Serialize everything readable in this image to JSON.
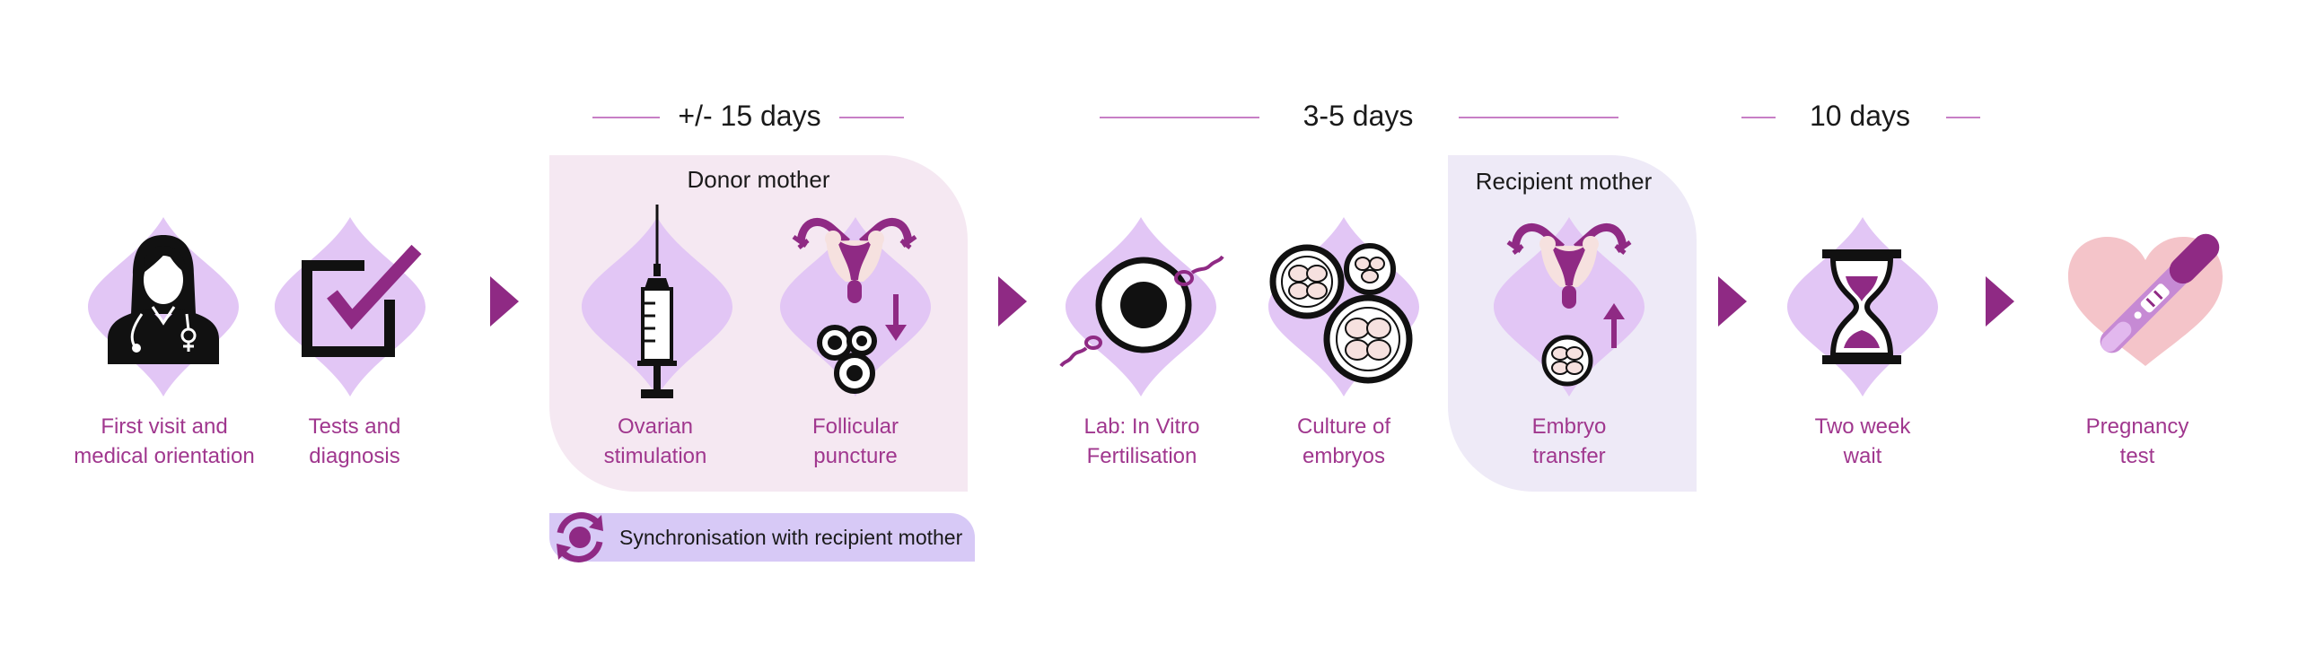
{
  "colors": {
    "accent": "#8f2a84",
    "label": "#a0378e",
    "diamond": "#e2c6f5",
    "donor_panel": "#f5e8f2",
    "recipient_panel": "#eeeaf7",
    "sync_bar": "#d7c9f6",
    "heart": "#f4c4c9",
    "egg": "#f6e1df"
  },
  "durations": [
    {
      "label": "+/- 15 days"
    },
    {
      "label": "3-5 days"
    },
    {
      "label": "10 days"
    }
  ],
  "panels": {
    "donor": {
      "title": "Donor mother"
    },
    "recipient": {
      "title": "Recipient mother"
    }
  },
  "steps": [
    {
      "line1": "First visit and",
      "line2": "medical orientation",
      "icon": "doctor-icon"
    },
    {
      "line1": "Tests and",
      "line2": "diagnosis",
      "icon": "checkbox-icon"
    },
    {
      "line1": "Ovarian",
      "line2": "stimulation",
      "icon": "syringe-icon"
    },
    {
      "line1": "Follicular",
      "line2": "puncture",
      "icon": "uterus-down-icon"
    },
    {
      "line1": "Lab: In Vitro",
      "line2": "Fertilisation",
      "icon": "fertilisation-icon"
    },
    {
      "line1": "Culture of",
      "line2": "embryos",
      "icon": "embryos-icon"
    },
    {
      "line1": "Embryo",
      "line2": "transfer",
      "icon": "uterus-up-icon"
    },
    {
      "line1": "Two week",
      "line2": "wait",
      "icon": "hourglass-icon"
    },
    {
      "line1": "Pregnancy",
      "line2": "test",
      "icon": "pregnancy-test-icon"
    }
  ],
  "sync": {
    "label": "Synchronisation with recipient mother",
    "icon": "sync-icon"
  }
}
